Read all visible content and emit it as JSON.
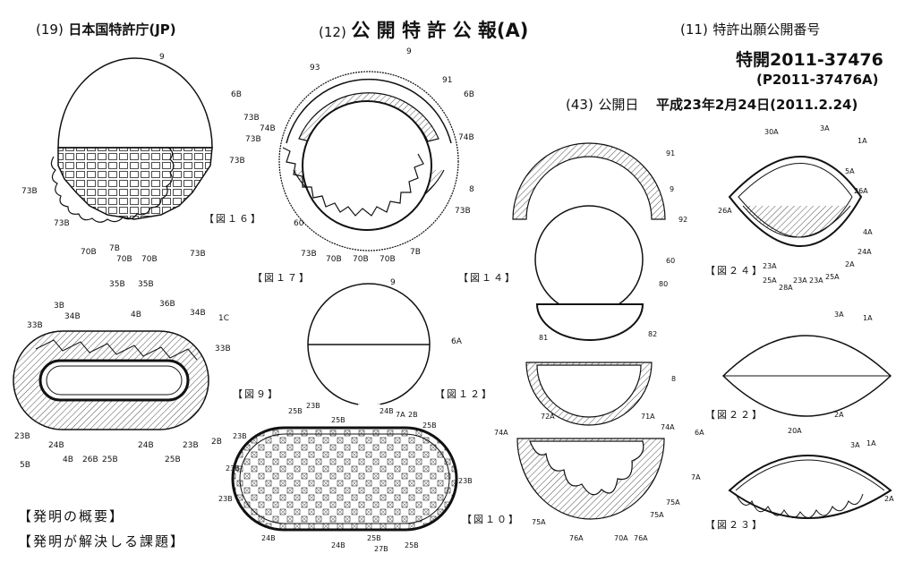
{
  "header": {
    "country_num": "(19)",
    "country": "日本国特許庁(JP)",
    "pub_type_num": "(12)",
    "pub_type": "公 開 特 許 公 報(A)",
    "pub_num_label_num": "(11)",
    "pub_num_label": "特許出願公開番号",
    "pub_number": "特開2011-37476",
    "pub_number_alt": "(P2011-37476A)",
    "date_label_num": "(43)",
    "date_label": "公開日",
    "date": "平成23年2月24日(2011.2.24)"
  },
  "figures": {
    "fig16": "【図１６】",
    "fig17": "【図１７】",
    "fig14": "【図１４】",
    "fig24": "【図２４】",
    "fig9": "【図９】",
    "fig12": "【図１２】",
    "fig22": "【図２２】",
    "fig10": "【図１０】",
    "fig23": "【図２３】"
  },
  "sections": {
    "summary": "【発明の概要】",
    "problem": "【発明が解決しる課題】"
  },
  "labels": {
    "fig16": [
      "9",
      "6B",
      "73B",
      "73B",
      "73B",
      "73B",
      "73B",
      "70B",
      "7B",
      "70B",
      "70B",
      "73B"
    ],
    "fig17": [
      "9",
      "93",
      "91",
      "6B",
      "74B",
      "74B",
      "8",
      "60",
      "73B",
      "70B",
      "70B",
      "70B",
      "7B",
      "73B"
    ],
    "fig14": [
      "91",
      "9",
      "92",
      "60",
      "80",
      "81",
      "82",
      "8",
      "72A",
      "71A",
      "74A",
      "74A",
      "6A",
      "7A",
      "75A",
      "75A",
      "75A",
      "76A",
      "70A",
      "76A"
    ],
    "fig24": [
      "3A",
      "1A",
      "30A",
      "5A",
      "26A",
      "26A",
      "4A",
      "24A",
      "2A",
      "23A",
      "25A",
      "28A",
      "23A",
      "25A",
      "23A"
    ],
    "fig9": [
      "3B",
      "34B",
      "35B",
      "35B",
      "36B",
      "34B",
      "1C",
      "4B",
      "33B",
      "33B",
      "23B",
      "24B",
      "4B",
      "26B",
      "25B",
      "24B",
      "25B",
      "23B",
      "2B",
      "5B"
    ],
    "fig12": [
      "9",
      "6A"
    ],
    "fig22": [
      "3A",
      "1A",
      "2A",
      "20A"
    ],
    "fig10": [
      "25B",
      "23B",
      "25B",
      "24B",
      "7A",
      "2B",
      "25B",
      "23B",
      "23B",
      "23B",
      "23B",
      "24B",
      "24B",
      "25B",
      "27B",
      "25B"
    ],
    "fig23": [
      "3A",
      "1A",
      "2A"
    ]
  }
}
